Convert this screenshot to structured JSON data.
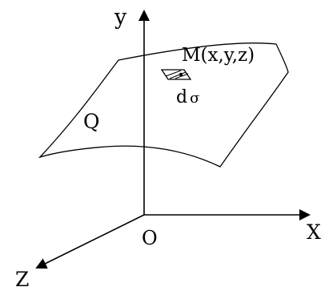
{
  "labels": {
    "y_axis": "y",
    "x_axis": "X",
    "z_axis": "Z",
    "origin": "O",
    "surface": "Q",
    "point": "M(x,y,z)",
    "element": "d",
    "element_symbol": "σ"
  }
}
